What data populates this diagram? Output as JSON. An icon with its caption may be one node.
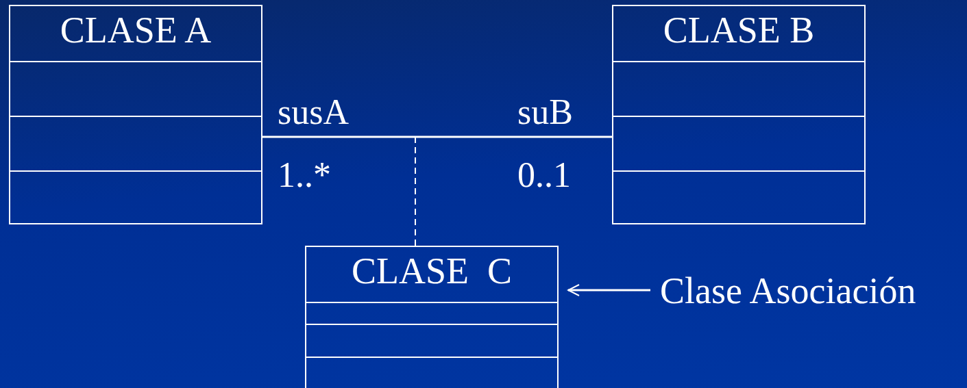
{
  "diagram": {
    "nodes": [
      {
        "text": [
          "CLASE A"
        ]
      },
      {
        "text": [
          "CLASE B"
        ]
      },
      {
        "text": [
          "CLASE  C"
        ]
      },
      {
        "text": [
          "Clase Asociación"
        ]
      }
    ],
    "edges": [
      {
        "from": 0,
        "to": 1,
        "arrow": "none"
      },
      {
        "from": null,
        "to": 2,
        "arrow": "none",
        "style": "dashed"
      },
      {
        "from": 3,
        "to": 2,
        "arrow": "to"
      }
    ],
    "labels": [
      "susA",
      "suB",
      "1..*",
      "0..1"
    ]
  }
}
